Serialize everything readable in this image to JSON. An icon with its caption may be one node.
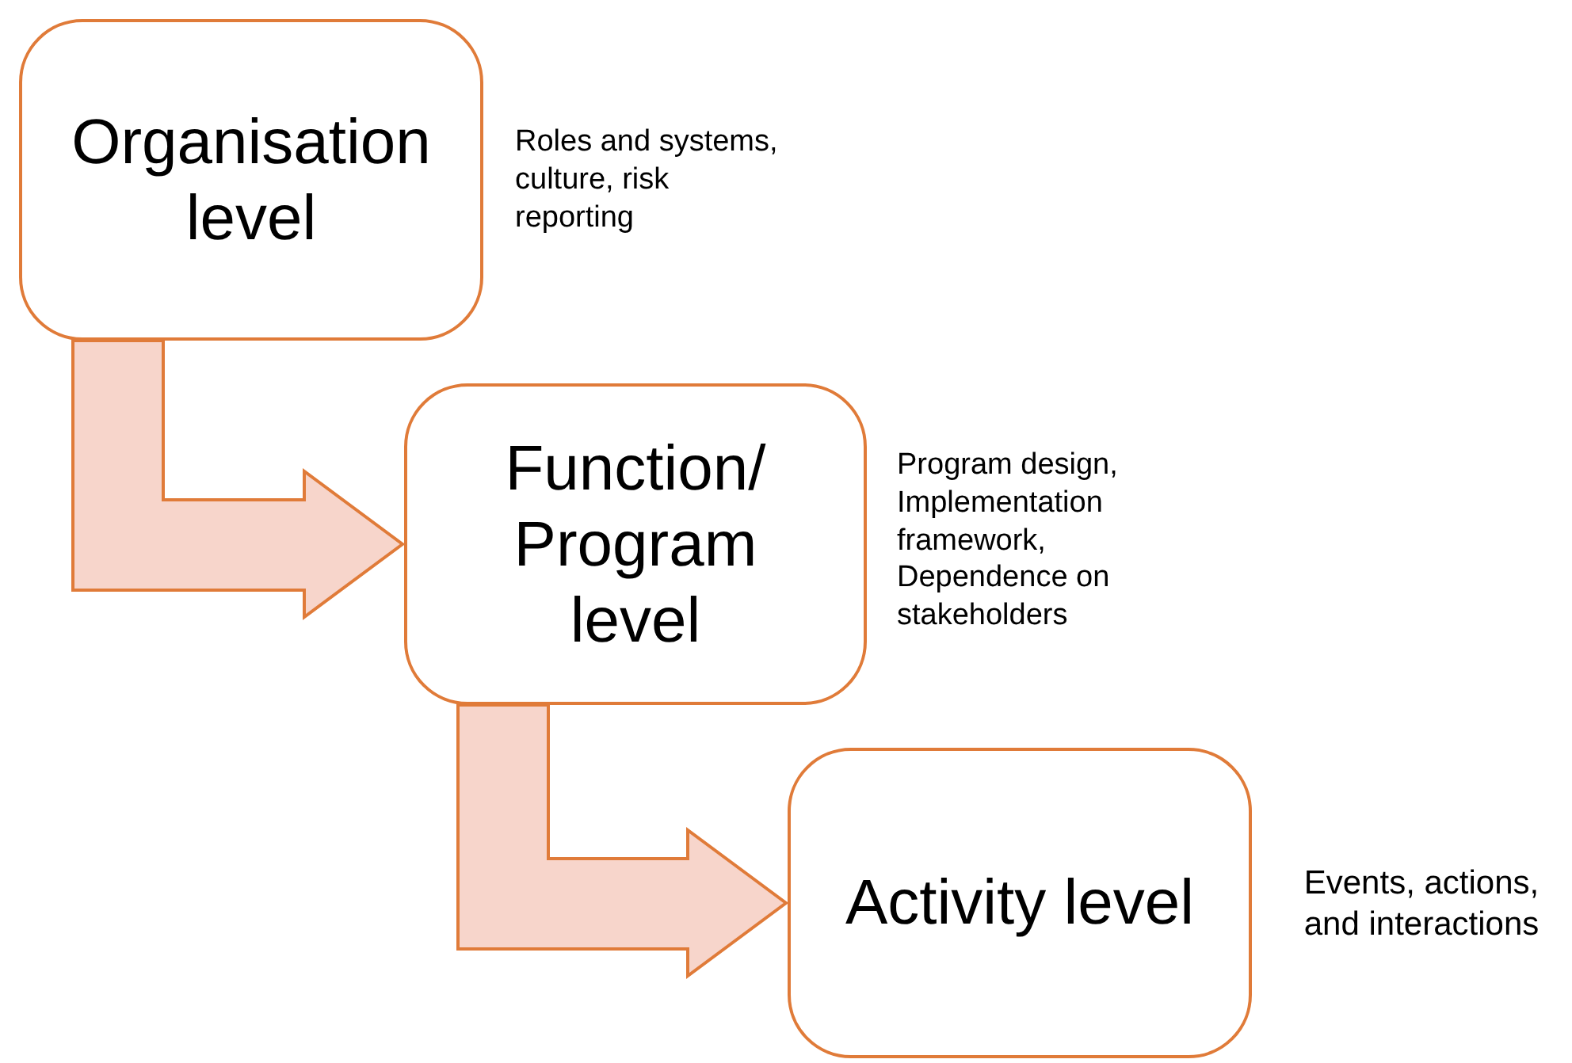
{
  "diagram": {
    "nodes": [
      {
        "text": [
          "Organisation level"
        ],
        "beside": [
          "Roles and systems, culture, risk reporting"
        ]
      },
      {
        "text": [
          "Function/ Program level"
        ],
        "beside": [
          "Program design, Implementation framework, Dependence on stakeholders"
        ]
      },
      {
        "text": [
          "Activity level"
        ],
        "beside": [
          "Events, actions, and interactions"
        ]
      }
    ],
    "edges": [
      {
        "from": 0,
        "to": 1,
        "arrow": "to"
      },
      {
        "from": 1,
        "to": 2,
        "arrow": "to"
      }
    ]
  }
}
